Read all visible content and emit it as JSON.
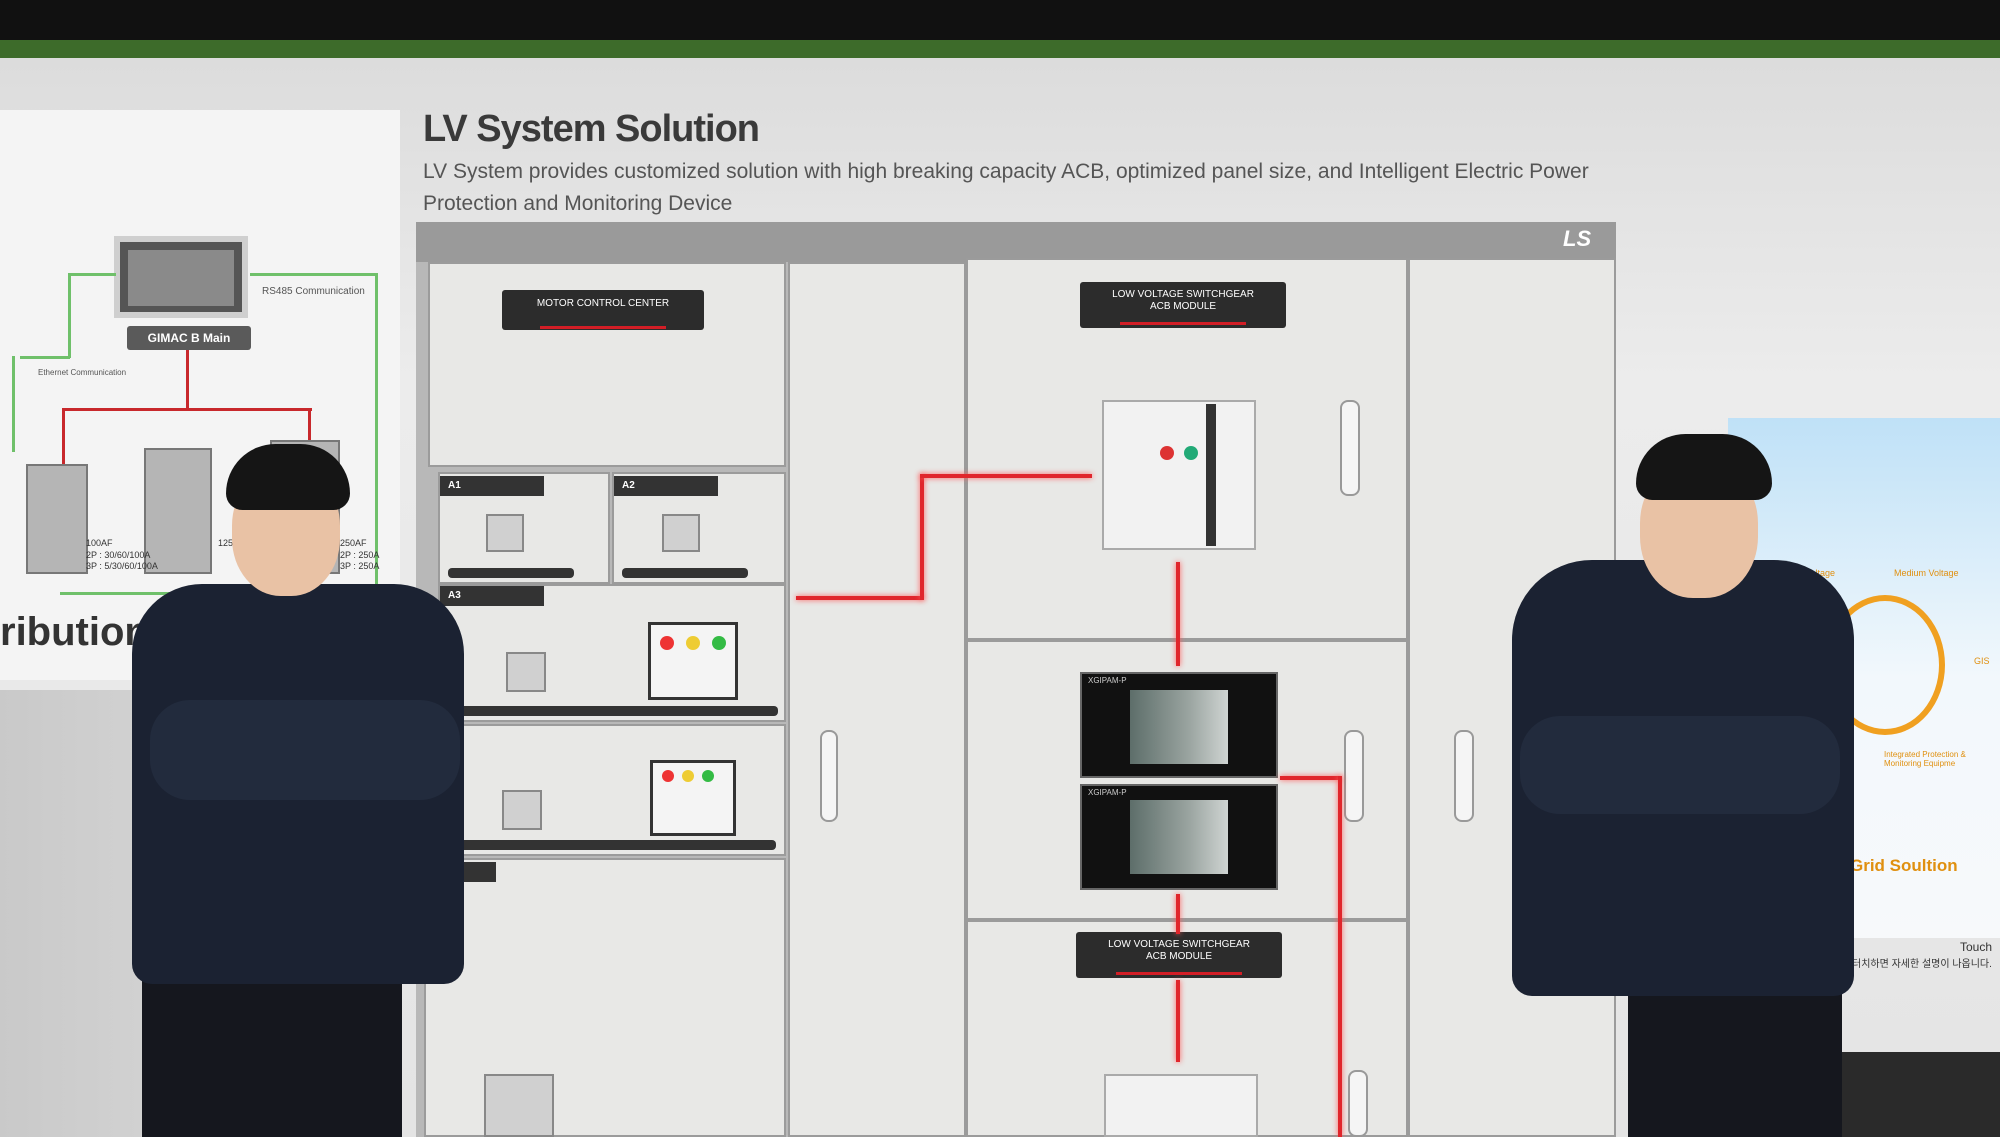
{
  "header": {
    "title": "LV System Solution",
    "subtitle": "LV System provides customized solution with high breaking capacity ACB, optimized panel size, and Intelligent Electric Power Protection and Monitoring Device"
  },
  "left_display": {
    "gimac_label": "GIMAC B Main",
    "rs485_label": "RS485  Communication",
    "ethernet_label": "Ethernet Communication",
    "rating_1": "100AF",
    "rating_1_detail": "2P : 30/60/100A\n3P : 5/30/60/100A",
    "rating_2": "125",
    "rating_3": "250AF",
    "rating_3_detail": "2P : 250A\n3P : 250A",
    "distribution_text": "ribution S"
  },
  "panel": {
    "logo": "LS",
    "mcc_label": "MOTOR CONTROL CENTER",
    "acb_label_top": "LOW VOLTAGE SWITCHGEAR\nACB MODULE",
    "acb_label_bottom": "LOW VOLTAGE SWITCHGEAR\nACB MODULE",
    "modules": [
      "A1",
      "A2",
      "A3",
      "A7"
    ],
    "xgipam_label": "XGIPAM-P"
  },
  "right_display": {
    "labels": [
      "Low Voltage",
      "Medium Voltage",
      "GIS",
      "Integrated Protection & Monitoring Equipme"
    ],
    "grid_title": "Grid Soultion",
    "touch_label": "Touch",
    "touch_korean": "터치하면 자세한 설명이 나옵니다."
  },
  "colors": {
    "accent_red": "#e0262c",
    "wire_green": "#6fc06a",
    "jacket_navy": "#1b2232",
    "grid_orange": "#e09010"
  }
}
